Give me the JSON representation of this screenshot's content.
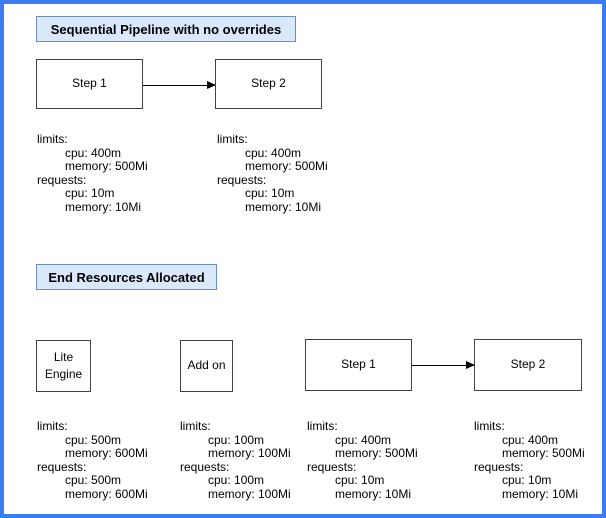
{
  "palette": {
    "page_border": "#3b7df0",
    "title_fill": "#dae8fc",
    "title_border": "#6c8ebf",
    "node_fill": "#ffffff",
    "node_border": "#424242",
    "text": "#000000"
  },
  "sections": [
    {
      "title": "Sequential Pipeline with no overrides",
      "nodes": [
        {
          "label": "Step 1"
        },
        {
          "label": "Step 2"
        }
      ],
      "resources": [
        {
          "lines": [
            "limits:",
            "cpu: 400m",
            "memory: 500Mi",
            "requests:",
            "cpu: 10m",
            "memory: 10Mi"
          ]
        },
        {
          "lines": [
            "limits:",
            "cpu: 400m",
            "memory: 500Mi",
            "requests:",
            "cpu: 10m",
            "memory: 10Mi"
          ]
        }
      ]
    },
    {
      "title": "End Resources Allocated",
      "nodes": [
        {
          "label": "Lite Engine"
        },
        {
          "label": "Add on"
        },
        {
          "label": "Step 1"
        },
        {
          "label": "Step 2"
        }
      ],
      "resources": [
        {
          "lines": [
            "limits:",
            "cpu: 500m",
            "memory: 600Mi",
            "requests:",
            "cpu: 500m",
            "memory: 600Mi"
          ]
        },
        {
          "lines": [
            "limits:",
            "cpu: 100m",
            "memory: 100Mi",
            "requests:",
            "cpu: 100m",
            "memory: 100Mi"
          ]
        },
        {
          "lines": [
            "limits:",
            "cpu: 400m",
            "memory: 500Mi",
            "requests:",
            "cpu: 10m",
            "memory: 10Mi"
          ]
        },
        {
          "lines": [
            "limits:",
            "cpu: 400m",
            "memory: 500Mi",
            "requests:",
            "cpu: 10m",
            "memory: 10Mi"
          ]
        }
      ]
    }
  ]
}
